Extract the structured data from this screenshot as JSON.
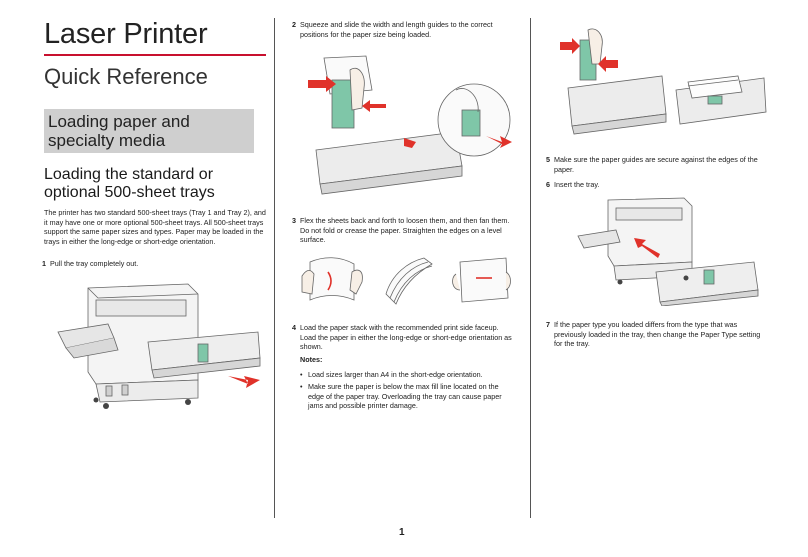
{
  "header": {
    "title": "Laser Printer",
    "subtitle": "Quick Reference"
  },
  "section_band": "Loading paper and specialty media",
  "section_heading": "Loading the standard or optional 500-sheet trays",
  "intro": "The printer has two standard 500-sheet trays (Tray 1 and Tray 2), and it may have one or more optional 500-sheet trays. All 500-sheet trays support the same paper sizes and types. Paper may be loaded in the trays in either the long-edge or short-edge orientation.",
  "steps": [
    {
      "num": "1",
      "text": "Pull the tray completely out."
    },
    {
      "num": "2",
      "text": "Squeeze and slide the width and length guides to the correct positions for the paper size being loaded."
    },
    {
      "num": "3",
      "text": "Flex the sheets back and forth to loosen them, and then fan them. Do not fold or crease the paper. Straighten the edges on a level surface."
    },
    {
      "num": "4",
      "text": "Load the paper stack with the recommended print side faceup. Load the paper in either the long-edge or short-edge orientation as shown."
    },
    {
      "num": "5",
      "text": "Make sure the paper guides are secure against the edges of the paper."
    },
    {
      "num": "6",
      "text": "Insert the tray."
    },
    {
      "num": "7",
      "text": "If the paper type you loaded differs from the type that was previously loaded in the tray, then change the Paper Type setting for the tray."
    }
  ],
  "notes": {
    "label": "Notes:",
    "items": [
      "Load sizes larger than A4 in the short-edge orientation.",
      "Make sure the paper is below the max fill line located on the edge of the paper tray. Overloading the tray can cause paper jams and possible printer damage."
    ]
  },
  "page_number": "1",
  "colors": {
    "accent": "#c8102e",
    "band": "#cfcfcf",
    "guide_green": "#7fc6a8",
    "arrow_red": "#e0322a"
  }
}
